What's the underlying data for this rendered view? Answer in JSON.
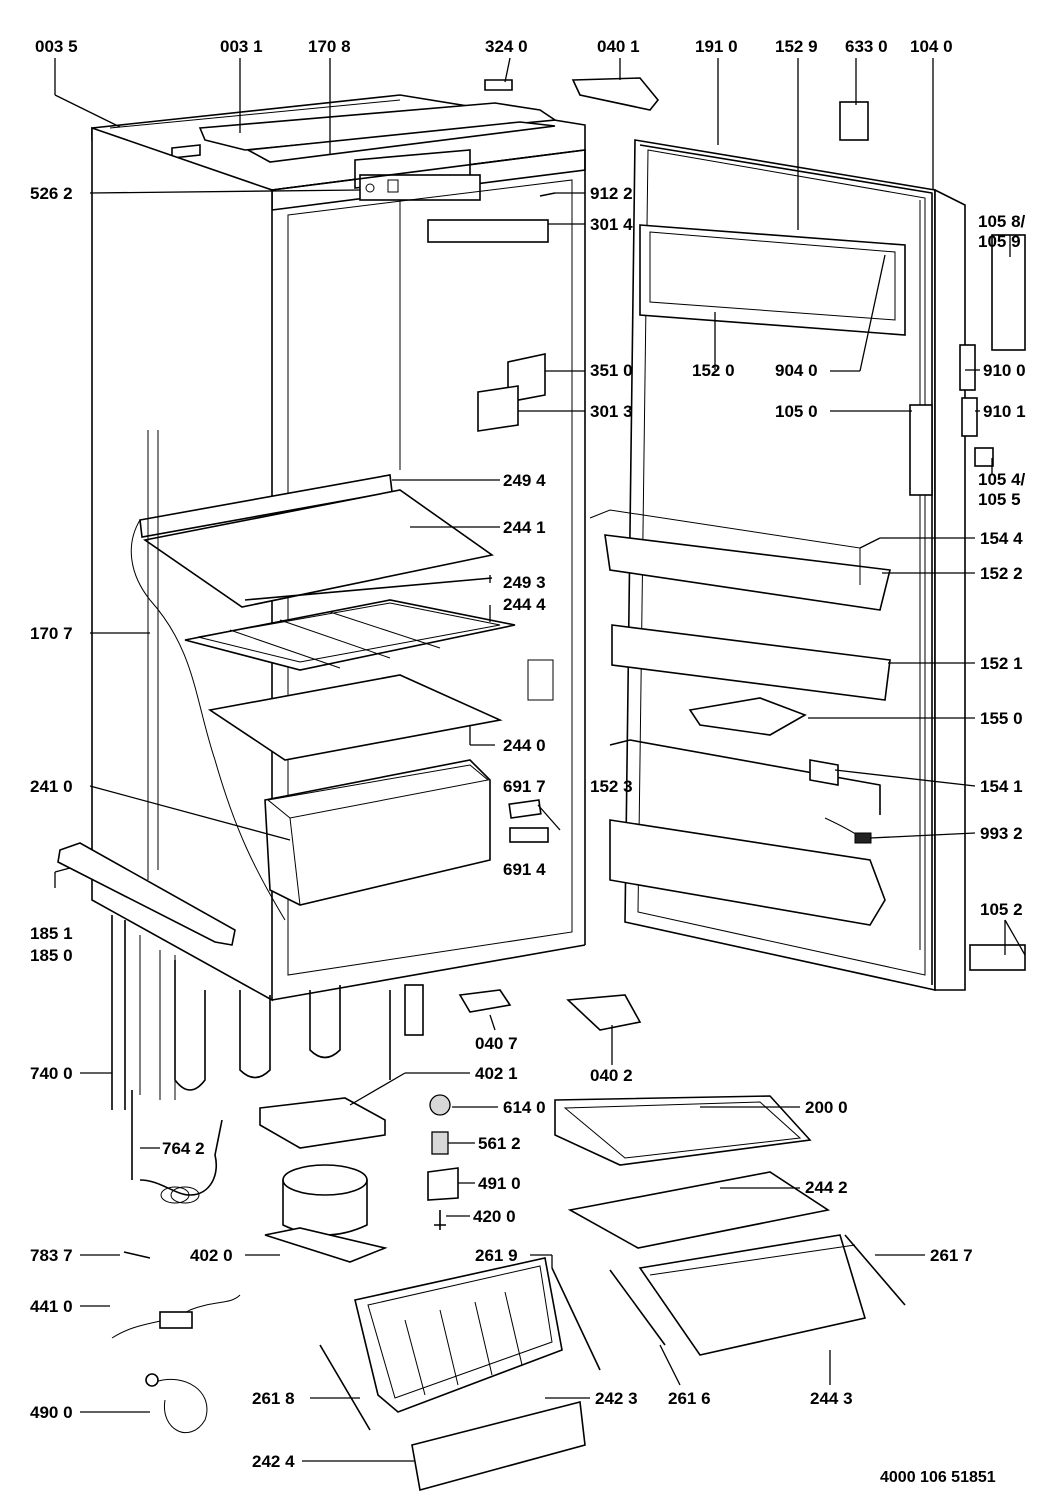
{
  "drawing_id": "4000 106 51851",
  "labels": {
    "l0035": "003 5",
    "l0031": "003 1",
    "l1708": "170 8",
    "l3240": "324 0",
    "l0401": "040 1",
    "l1910": "191 0",
    "l1529": "152 9",
    "l6330": "633 0",
    "l1040": "104 0",
    "l5262": "526 2",
    "l9122": "912 2",
    "l3014": "301 4",
    "l1058a": "105 8/",
    "l1059": "105 9",
    "l1520": "152 0",
    "l9040": "904 0",
    "l9100": "910 0",
    "l3510": "351 0",
    "l3013": "301 3",
    "l1050": "105 0",
    "l9101": "910 1",
    "l1054a": "105 4/",
    "l1055": "105 5",
    "l2494": "249 4",
    "l2441": "244 1",
    "l1544": "154 4",
    "l1522": "152 2",
    "l2493": "249 3",
    "l2444": "244 4",
    "l1707": "170 7",
    "l1521": "152 1",
    "l1550": "155 0",
    "l2440": "244 0",
    "l2410": "241 0",
    "l6917": "691 7",
    "l1523": "152 3",
    "l1541": "154 1",
    "l9932": "993 2",
    "l6914": "691 4",
    "l1851": "185 1",
    "l1850": "185 0",
    "l1052": "105 2",
    "l0407": "040 7",
    "l0402": "040 2",
    "l7400": "740 0",
    "l4021": "402 1",
    "l6140": "614 0",
    "l2000": "200 0",
    "l5612": "561 2",
    "l7642": "764 2",
    "l4910": "491 0",
    "l2442": "244 2",
    "l4200": "420 0",
    "l7837": "783 7",
    "l4020": "402 0",
    "l2619": "261 9",
    "l2617": "261 7",
    "l4410": "441 0",
    "l2618": "261 8",
    "l2423": "242 3",
    "l2616": "261 6",
    "l2443": "244 3",
    "l4900": "490 0",
    "l2424": "242 4"
  }
}
